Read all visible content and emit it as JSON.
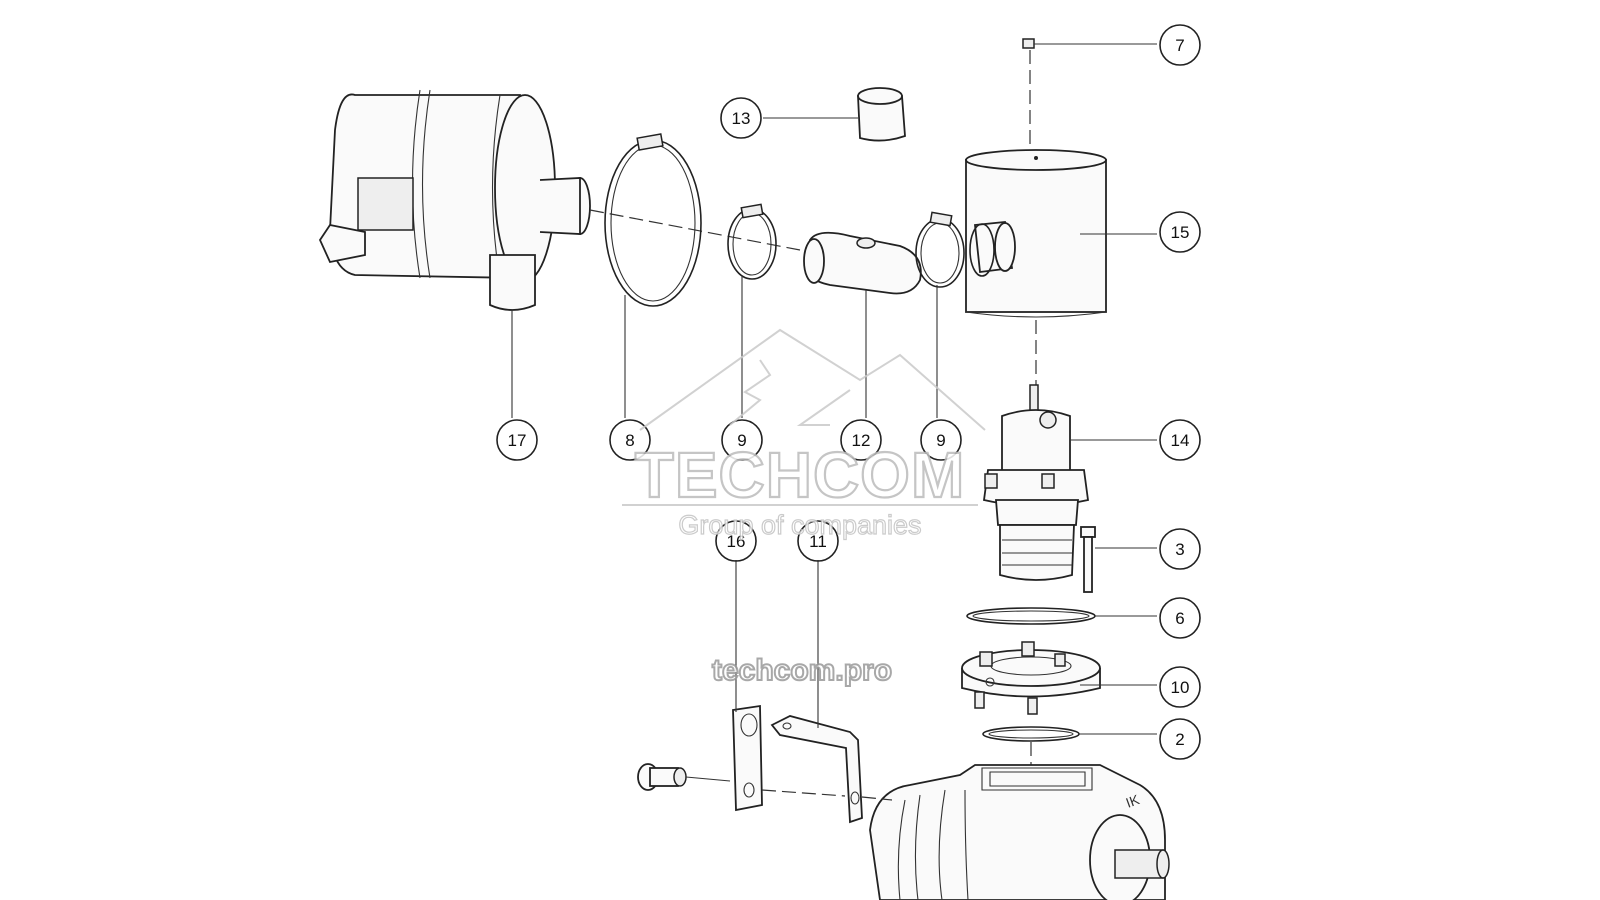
{
  "diagram": {
    "callouts": [
      {
        "id": "c7",
        "label": "7"
      },
      {
        "id": "c13",
        "label": "13"
      },
      {
        "id": "c15",
        "label": "15"
      },
      {
        "id": "c17",
        "label": "17"
      },
      {
        "id": "c8",
        "label": "8"
      },
      {
        "id": "c9a",
        "label": "9"
      },
      {
        "id": "c12",
        "label": "12"
      },
      {
        "id": "c9b",
        "label": "9"
      },
      {
        "id": "c14",
        "label": "14"
      },
      {
        "id": "c16",
        "label": "16"
      },
      {
        "id": "c11",
        "label": "11"
      },
      {
        "id": "c3",
        "label": "3"
      },
      {
        "id": "c6",
        "label": "6"
      },
      {
        "id": "c10",
        "label": "10"
      },
      {
        "id": "c2",
        "label": "2"
      }
    ]
  },
  "watermark": {
    "brand": "TECHCOM",
    "tagline": "Group of companies",
    "url": "techcom.pro"
  },
  "colors": {
    "line": "#222222",
    "watermark": "#bcbcbc",
    "background": "#ffffff"
  }
}
